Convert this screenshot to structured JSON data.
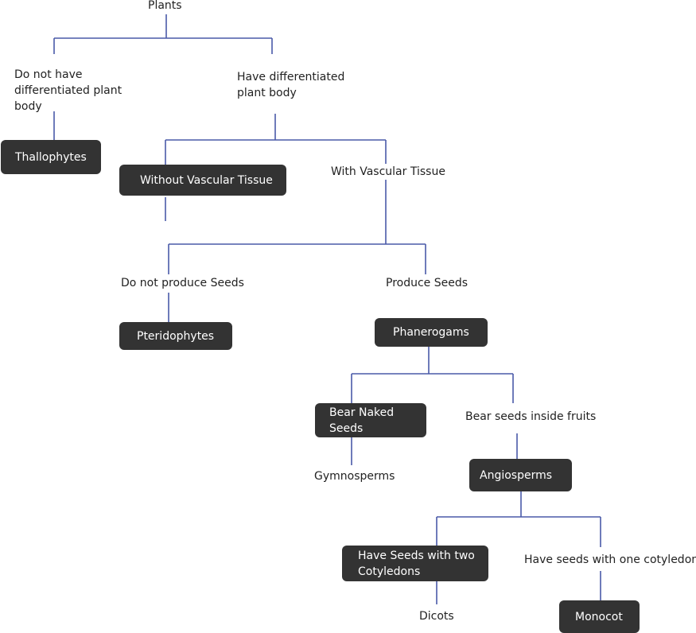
{
  "root": "Plants",
  "nodes": {
    "no_diff": "Do not have differentiated plant body",
    "no_diff_lines": [
      "Do not have",
      "differentiated plant",
      "body"
    ],
    "diff_lines": [
      "Have differentiated",
      "plant body"
    ],
    "thallophytes": "Thallophytes",
    "without_vascular": "Without Vascular Tissue",
    "with_vascular": "With Vascular Tissue",
    "no_seeds": "Do not produce Seeds",
    "seeds": "Produce Seeds",
    "pteridophytes": "Pteridophytes",
    "phanerogams": "Phanerogams",
    "naked_lines": [
      "Bear Naked",
      "Seeds"
    ],
    "inside_fruits": "Bear seeds inside fruits",
    "gymnosperms": "Gymnosperms",
    "angiosperms": "Angiosperms",
    "two_cot_lines": [
      "Have Seeds with two",
      "Cotyledons"
    ],
    "one_cot": "Have seeds with one cotyledon",
    "dicots": "Dicots",
    "monocot": "Monocot"
  },
  "colors": {
    "line": "#4a5aa8",
    "box": "#333333",
    "box_text": "#ffffff"
  }
}
